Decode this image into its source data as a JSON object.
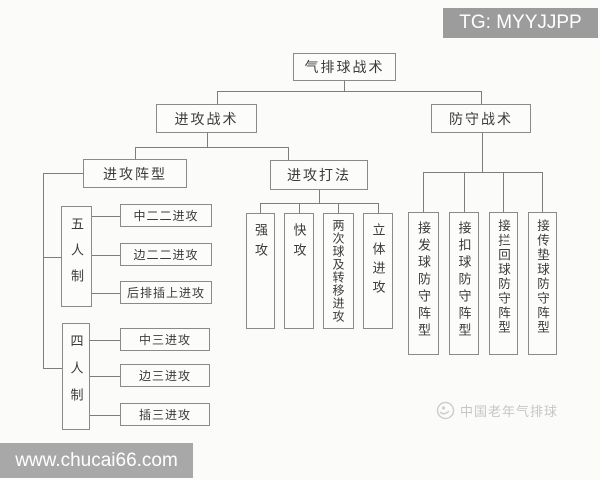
{
  "badges": {
    "tg": "TG: MYYJJPP",
    "site": "www.chucai66.com"
  },
  "watermark": {
    "label": "中国老年气排球"
  },
  "tree": {
    "root": "气排球战术",
    "attack": "进攻战术",
    "defense": "防守战术",
    "attack_formation": "进攻阵型",
    "attack_method": "进攻打法",
    "five_player": "五人制",
    "four_player": "四人制",
    "five_player_items": [
      "中二二进攻",
      "边二二进攻",
      "后排插上进攻"
    ],
    "four_player_items": [
      "中三进攻",
      "边三进攻",
      "插三进攻"
    ],
    "attack_method_items": [
      "强攻",
      "快攻",
      "两次球及转移进攻",
      "立体进攻"
    ],
    "defense_items": [
      "接发球防守阵型",
      "接扣球防守阵型",
      "接拦回球防守阵型",
      "接传垫球防守阵型"
    ]
  },
  "colors": {
    "line": "#7d7d7d",
    "badge_bg": "#9c9c9c",
    "watermark_text": "#c7c6c3"
  }
}
